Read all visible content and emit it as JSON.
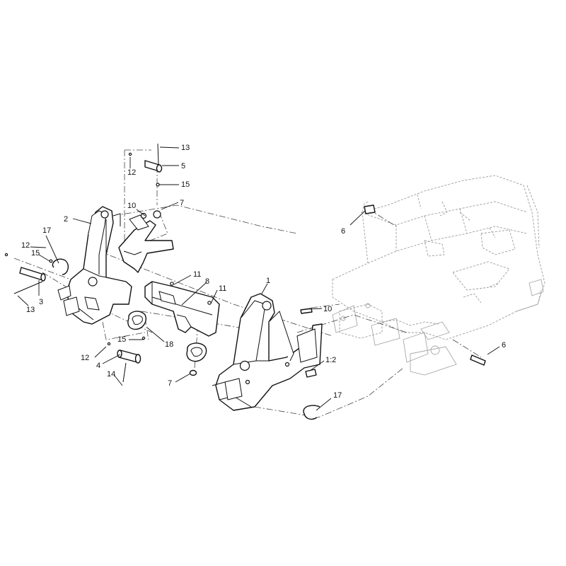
{
  "callouts": [
    {
      "id": "c13a",
      "label": "13"
    },
    {
      "id": "c12a",
      "label": "12"
    },
    {
      "id": "c5",
      "label": "5"
    },
    {
      "id": "c15a",
      "label": "15"
    },
    {
      "id": "c10a",
      "label": "10"
    },
    {
      "id": "c7a",
      "label": "7"
    },
    {
      "id": "c2",
      "label": "2"
    },
    {
      "id": "c17a",
      "label": "17"
    },
    {
      "id": "c12b",
      "label": "12"
    },
    {
      "id": "c15b",
      "label": "15"
    },
    {
      "id": "c3",
      "label": "3"
    },
    {
      "id": "c13b",
      "label": "13"
    },
    {
      "id": "c11a",
      "label": "11"
    },
    {
      "id": "c8",
      "label": "8"
    },
    {
      "id": "c11b",
      "label": "11"
    },
    {
      "id": "c1",
      "label": "1"
    },
    {
      "id": "c10b",
      "label": "10"
    },
    {
      "id": "c6a",
      "label": "6"
    },
    {
      "id": "c6b",
      "label": "6"
    },
    {
      "id": "c15c",
      "label": "15"
    },
    {
      "id": "c18",
      "label": "18"
    },
    {
      "id": "c12c",
      "label": "12"
    },
    {
      "id": "c4",
      "label": "4"
    },
    {
      "id": "c14",
      "label": "14"
    },
    {
      "id": "c7b",
      "label": "7"
    },
    {
      "id": "c1-2",
      "label": "1:2"
    },
    {
      "id": "c17b",
      "label": "17"
    }
  ]
}
